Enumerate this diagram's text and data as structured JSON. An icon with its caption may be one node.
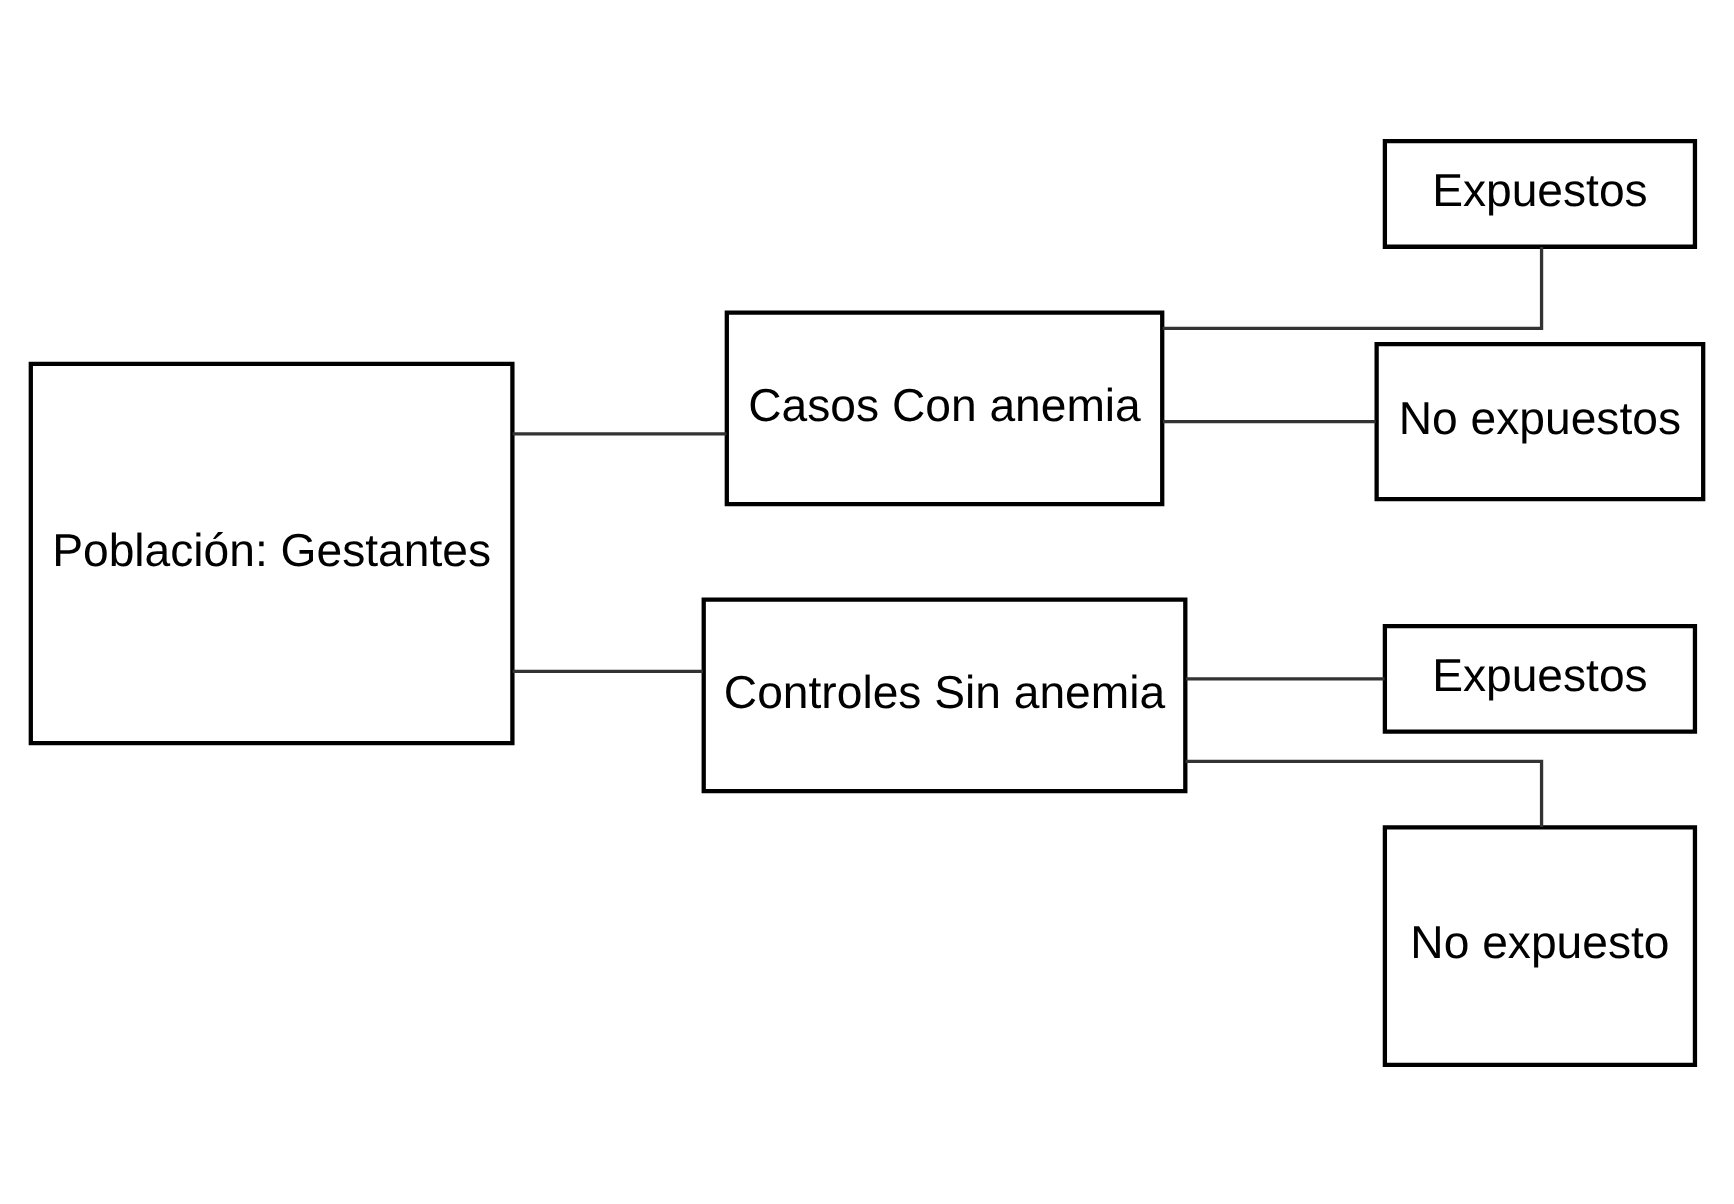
{
  "diagram": {
    "nodes": [
      {
        "text": [
          "Población: Gestantes"
        ]
      },
      {
        "text": [
          "Casos Con anemia"
        ]
      },
      {
        "text": [
          "Expuestos"
        ]
      },
      {
        "text": [
          "No expuestos"
        ]
      },
      {
        "text": [
          "Controles Sin anemia"
        ]
      },
      {
        "text": [
          "Expuestos"
        ]
      },
      {
        "text": [
          "No expuesto"
        ]
      }
    ],
    "edges": [
      {
        "from": 0,
        "to": 1,
        "arrow": "none"
      },
      {
        "from": 0,
        "to": 4,
        "arrow": "none"
      },
      {
        "from": 1,
        "to": 2,
        "arrow": "none"
      },
      {
        "from": 1,
        "to": 3,
        "arrow": "none"
      },
      {
        "from": 4,
        "to": 5,
        "arrow": "none"
      },
      {
        "from": 4,
        "to": 6,
        "arrow": "none"
      }
    ]
  }
}
